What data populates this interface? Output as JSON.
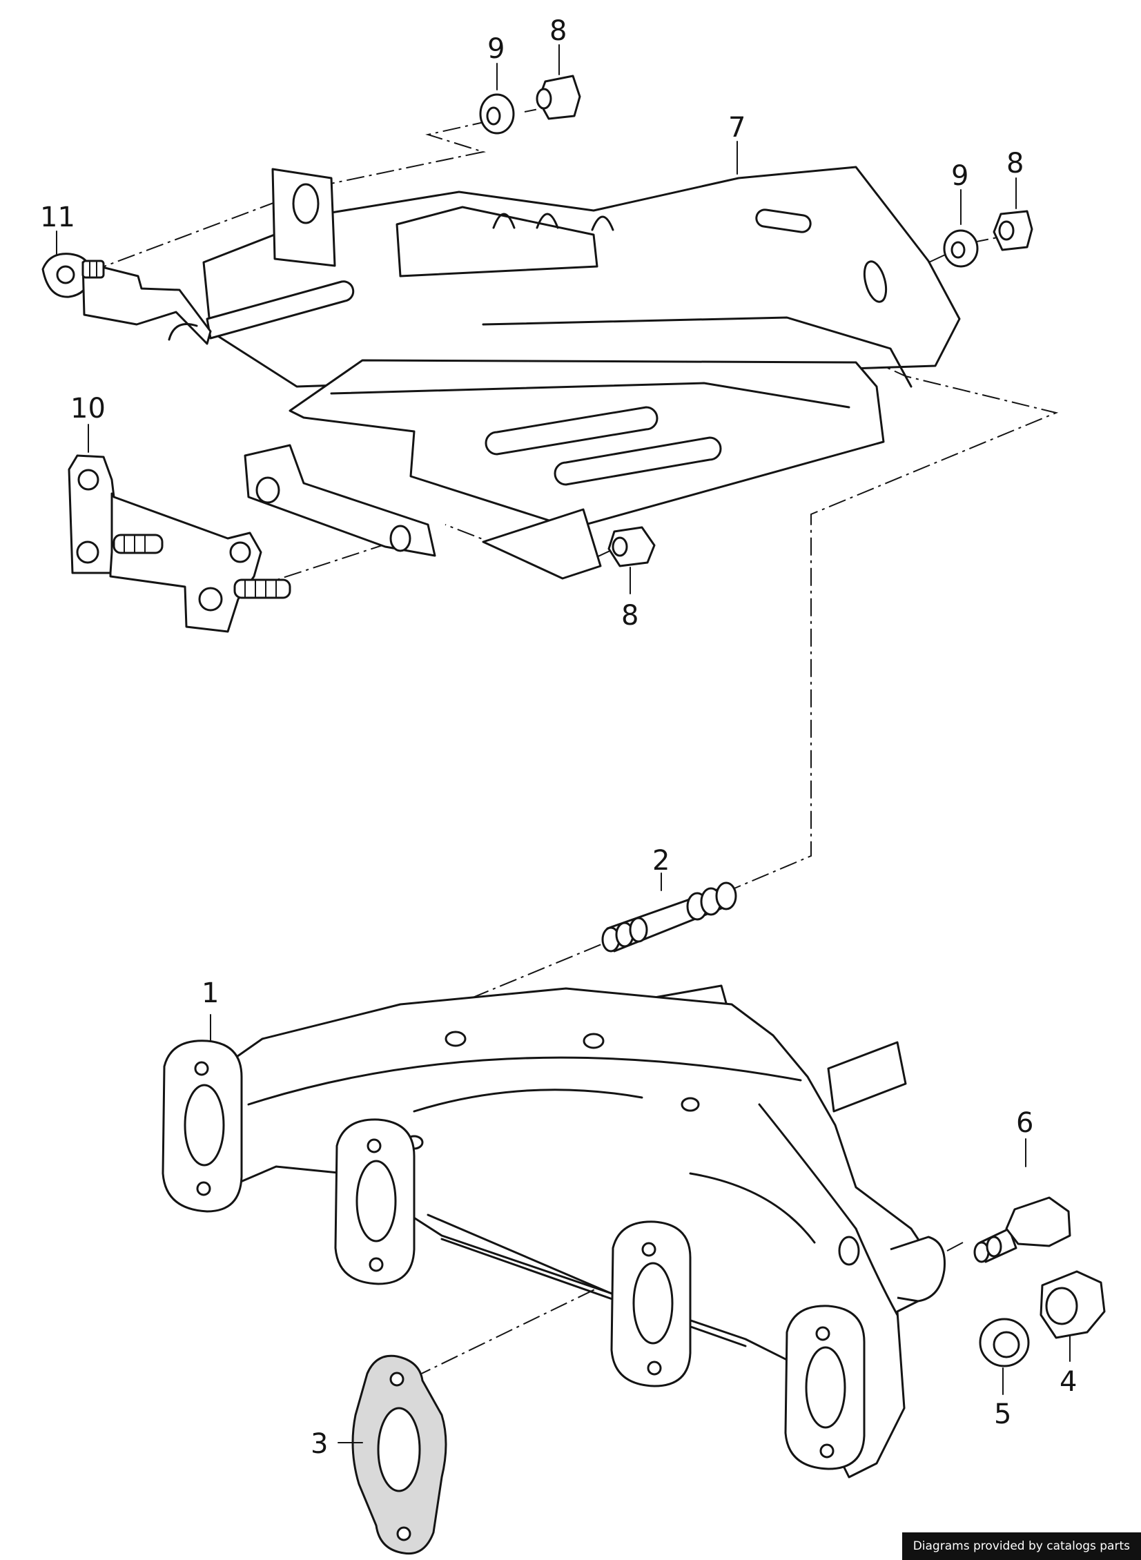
{
  "callouts": [
    {
      "id": "c1",
      "label": "1"
    },
    {
      "id": "c2",
      "label": "2"
    },
    {
      "id": "c3",
      "label": "3"
    },
    {
      "id": "c4",
      "label": "4"
    },
    {
      "id": "c5",
      "label": "5"
    },
    {
      "id": "c6",
      "label": "6"
    },
    {
      "id": "c7",
      "label": "7"
    },
    {
      "id": "c8a",
      "label": "8"
    },
    {
      "id": "c8b",
      "label": "8"
    },
    {
      "id": "c8c",
      "label": "8"
    },
    {
      "id": "c9a",
      "label": "9"
    },
    {
      "id": "c9b",
      "label": "9"
    },
    {
      "id": "c10",
      "label": "10"
    },
    {
      "id": "c11",
      "label": "11"
    }
  ],
  "credit": "Diagrams provided by catalogs parts"
}
